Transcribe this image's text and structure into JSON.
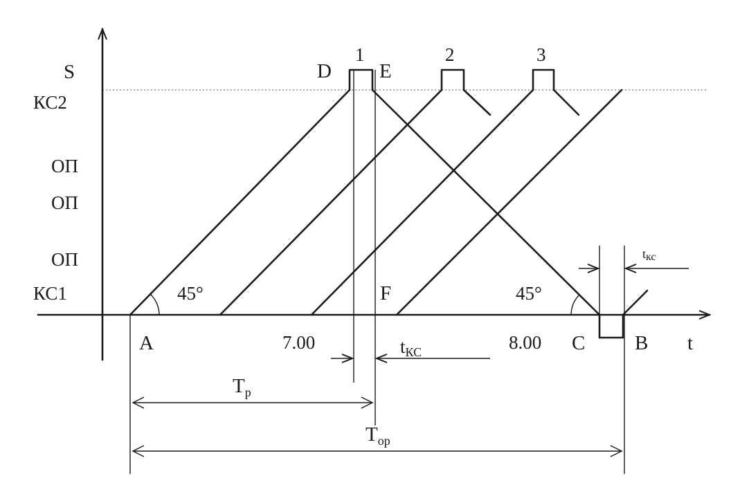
{
  "axes": {
    "y_label": "S",
    "x_label": "t"
  },
  "y_ticks": [
    "КС2",
    "ОП",
    "ОП",
    "ОП",
    "КС1"
  ],
  "x_ticks": [
    "7.00",
    "8.00"
  ],
  "points": {
    "a": "A",
    "b": "B",
    "c": "C",
    "d": "D",
    "e": "E",
    "f": "F"
  },
  "numbers": [
    "1",
    "2",
    "3"
  ],
  "angles": [
    "45°",
    "45°"
  ],
  "dimensions": {
    "t_kc_lower": {
      "main": "t",
      "sub": "КС"
    },
    "t_kc_upper": {
      "main": "t",
      "sub": "кс"
    },
    "t_p": {
      "main": "T",
      "sub": "р"
    },
    "t_op": {
      "main": "T",
      "sub": "ор"
    }
  }
}
